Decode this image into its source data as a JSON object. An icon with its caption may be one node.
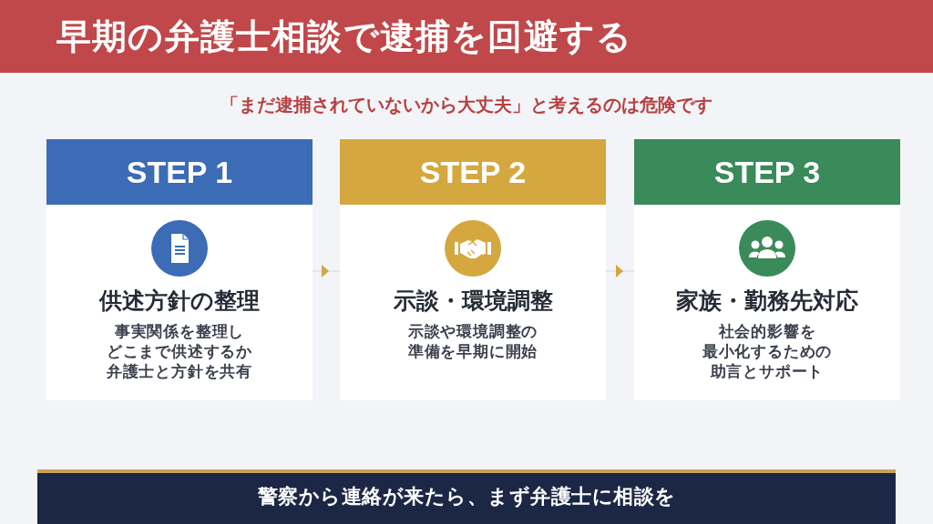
{
  "diagram": {
    "title": "早期の弁護士相談で逮捕を回避する",
    "nodes": [
      {
        "text": [
          "STEP 1",
          "供述方針の整理",
          "事実関係を整理しどこまで供述するか弁護士と方針を共有"
        ]
      },
      {
        "text": [
          "STEP 2",
          "示談・環境調整",
          "示談や環境調整の準備を早期に開始"
        ]
      },
      {
        "text": [
          "STEP 3",
          "家族・勤務先対応",
          "社会的影響を最小化するための助言とサポート"
        ]
      },
      {
        "text": [
          "警察から連絡が来たら、まず弁護士に相談を"
        ]
      }
    ],
    "edges": [
      {
        "from": 0,
        "to": 1,
        "arrow": "to"
      },
      {
        "from": 1,
        "to": 2,
        "arrow": "to"
      }
    ],
    "labels": [
      "「まだ逮捕されていないから大丈夫」と考えるのは危険です"
    ]
  }
}
